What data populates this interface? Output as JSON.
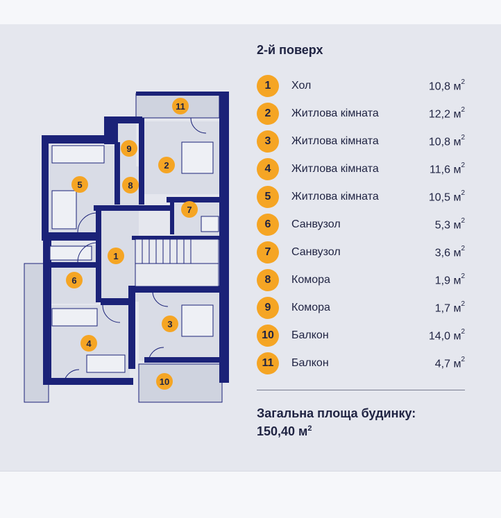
{
  "floor_title": "2-й поверх",
  "area_unit": "м",
  "area_unit_power": "2",
  "rooms": [
    {
      "num": "1",
      "name": "Хол",
      "area": "10,8"
    },
    {
      "num": "2",
      "name": "Житлова кімната",
      "area": "12,2"
    },
    {
      "num": "3",
      "name": "Житлова кімната",
      "area": "10,8"
    },
    {
      "num": "4",
      "name": "Житлова кімната",
      "area": "11,6"
    },
    {
      "num": "5",
      "name": "Житлова кімната",
      "area": "10,5"
    },
    {
      "num": "6",
      "name": "Санвузол",
      "area": "5,3"
    },
    {
      "num": "7",
      "name": "Санвузол",
      "area": "3,6"
    },
    {
      "num": "8",
      "name": "Комора",
      "area": "1,9"
    },
    {
      "num": "9",
      "name": "Комора",
      "area": "1,7"
    },
    {
      "num": "10",
      "name": "Балкон",
      "area": "14,0"
    },
    {
      "num": "11",
      "name": "Балкон",
      "area": "4,7"
    }
  ],
  "total": {
    "label": "Загальна площа будинку:",
    "value": "150,40 м",
    "unit_power": "2"
  },
  "colors": {
    "wall": "#1b2278",
    "badge": "#f5a524",
    "text": "#1f2342",
    "room_fill": "#d9dce6",
    "panel": "#e5e7ee"
  }
}
